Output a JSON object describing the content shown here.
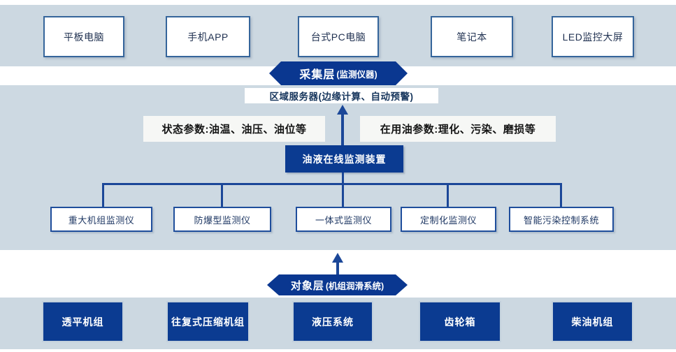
{
  "colors": {
    "dark_blue_fill": "#0b3b91",
    "banner_fill": "#0a3790",
    "section_background": "#ccd8e1",
    "connector_blue": "#1b4798",
    "white_box_border": "#35659b",
    "navy_text": "#1f3864"
  },
  "terminal_layer": {
    "items": [
      {
        "label": "平板电脑"
      },
      {
        "label": "手机APP"
      },
      {
        "label": "台式PC电脑"
      },
      {
        "label": "笔记本"
      },
      {
        "label": "LED监控大屏"
      }
    ]
  },
  "collection_layer_banner": {
    "title": "采集层",
    "subtitle": "(监测仪器)"
  },
  "regional_server": {
    "label": "区域服务器(边缘计算、自动预警)"
  },
  "parameter_labels": {
    "status": "状态参数:油温、油压、油位等",
    "oil": "在用油参数:理化、污染、磨损等"
  },
  "online_monitor": {
    "label": "油液在线监测装置"
  },
  "monitor_devices": {
    "items": [
      {
        "label": "重大机组监测仪"
      },
      {
        "label": "防爆型监测仪"
      },
      {
        "label": "一体式监测仪"
      },
      {
        "label": "定制化监测仪"
      },
      {
        "label": "智能污染控制系统"
      }
    ]
  },
  "object_layer_banner": {
    "title": "对象层",
    "subtitle": "(机组润滑系统)"
  },
  "object_layer": {
    "items": [
      {
        "label": "透平机组"
      },
      {
        "label": "往复式压缩机组"
      },
      {
        "label": "液压系统"
      },
      {
        "label": "齿轮箱"
      },
      {
        "label": "柴油机组"
      }
    ]
  }
}
